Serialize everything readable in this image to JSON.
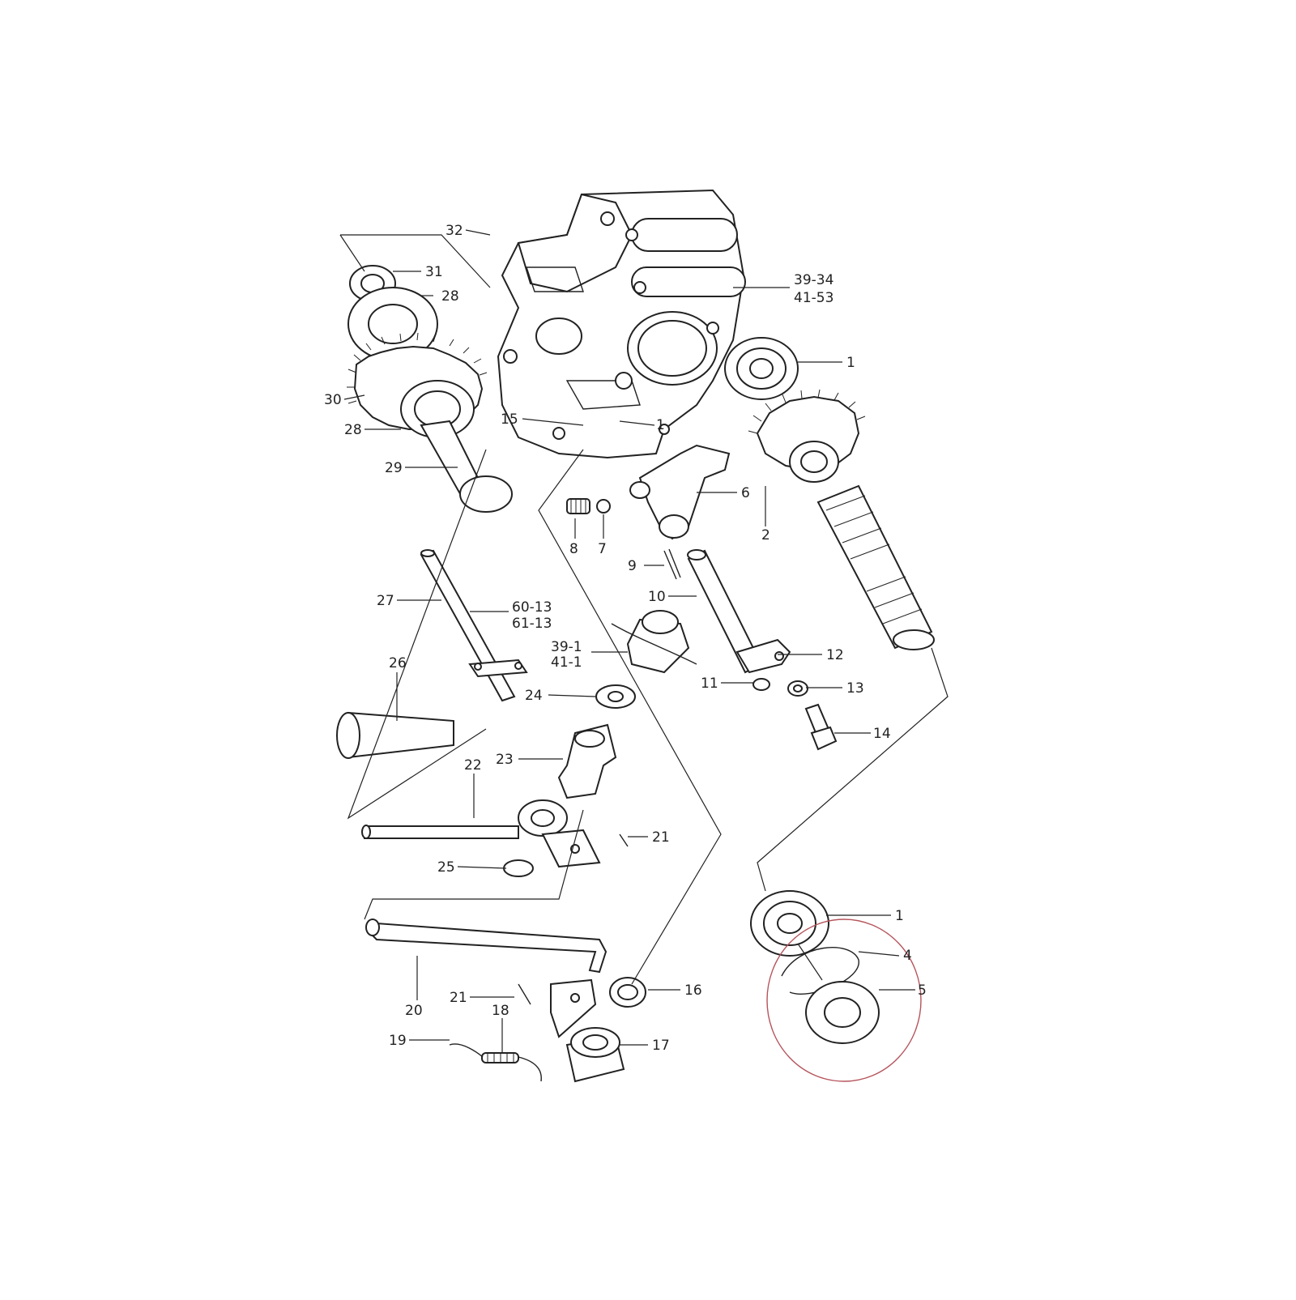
{
  "diagram": {
    "callouts": [
      {
        "id": "c-32",
        "text": "32"
      },
      {
        "id": "c-31",
        "text": "31"
      },
      {
        "id": "c-28a",
        "text": "28"
      },
      {
        "id": "c-30",
        "text": "30"
      },
      {
        "id": "c-28b",
        "text": "28"
      },
      {
        "id": "c-29",
        "text": "29"
      },
      {
        "id": "c-39-34",
        "text": "39-34"
      },
      {
        "id": "c-41-53",
        "text": "41-53"
      },
      {
        "id": "c-1a",
        "text": "1"
      },
      {
        "id": "c-15",
        "text": "15"
      },
      {
        "id": "c-1b",
        "text": "1"
      },
      {
        "id": "c-6",
        "text": "6"
      },
      {
        "id": "c-2",
        "text": "2"
      },
      {
        "id": "c-8",
        "text": "8"
      },
      {
        "id": "c-7",
        "text": "7"
      },
      {
        "id": "c-9",
        "text": "9"
      },
      {
        "id": "c-10",
        "text": "10"
      },
      {
        "id": "c-27",
        "text": "27"
      },
      {
        "id": "c-60-13",
        "text": "60-13"
      },
      {
        "id": "c-61-13",
        "text": "61-13"
      },
      {
        "id": "c-39-1",
        "text": "39-1"
      },
      {
        "id": "c-41-1",
        "text": "41-1"
      },
      {
        "id": "c-12",
        "text": "12"
      },
      {
        "id": "c-11",
        "text": "11"
      },
      {
        "id": "c-13",
        "text": "13"
      },
      {
        "id": "c-26",
        "text": "26"
      },
      {
        "id": "c-24",
        "text": "24"
      },
      {
        "id": "c-14",
        "text": "14"
      },
      {
        "id": "c-23",
        "text": "23"
      },
      {
        "id": "c-22",
        "text": "22"
      },
      {
        "id": "c-21a",
        "text": "21"
      },
      {
        "id": "c-25",
        "text": "25"
      },
      {
        "id": "c-1c",
        "text": "1"
      },
      {
        "id": "c-4",
        "text": "4"
      },
      {
        "id": "c-5",
        "text": "5"
      },
      {
        "id": "c-20",
        "text": "20"
      },
      {
        "id": "c-16",
        "text": "16"
      },
      {
        "id": "c-21b",
        "text": "21"
      },
      {
        "id": "c-18",
        "text": "18"
      },
      {
        "id": "c-19",
        "text": "19"
      },
      {
        "id": "c-17",
        "text": "17"
      }
    ],
    "colors": {
      "line": "#222222",
      "highlight": "#b5545c",
      "background": "#ffffff"
    }
  }
}
